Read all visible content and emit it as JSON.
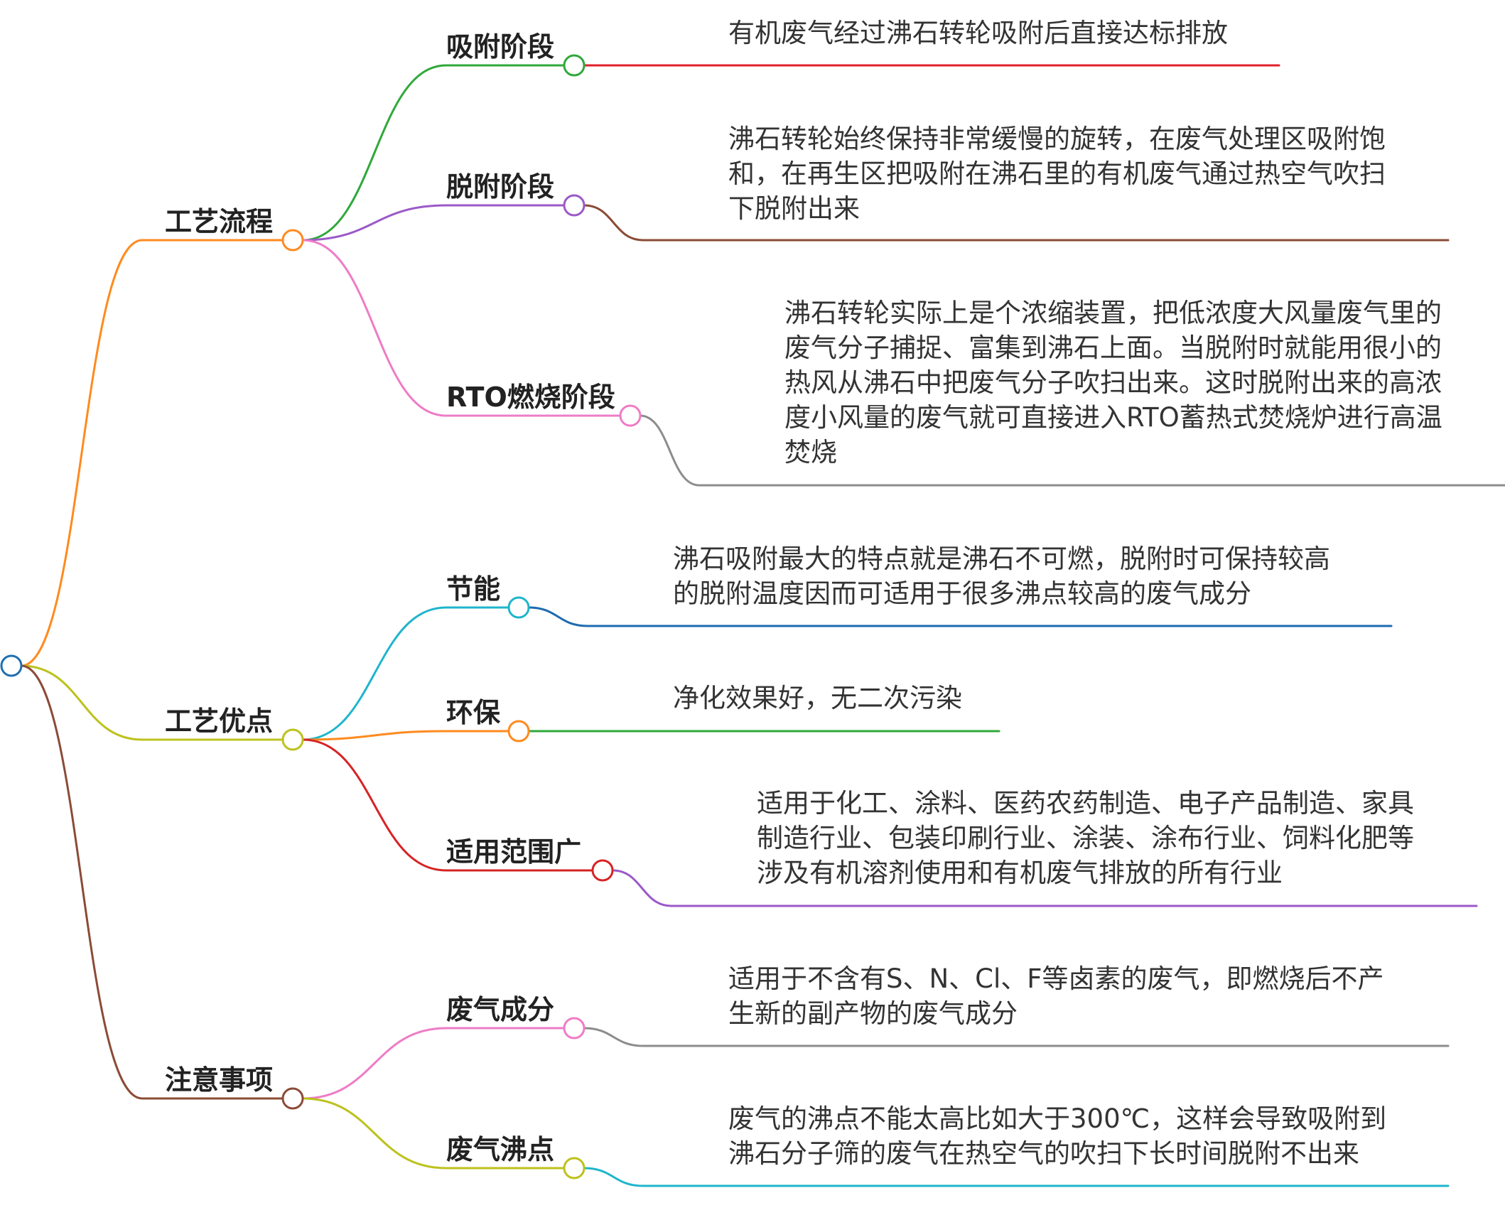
{
  "root": {
    "color": "#1f6fb0"
  },
  "branches": [
    {
      "label": "工艺流程",
      "color": "#ff8a1e",
      "children": [
        {
          "label": "吸附阶段",
          "node_color": "#2fa83a",
          "line_color": "#e0202b",
          "text": "有机废气经过沸石转轮吸附后直接达标排放"
        },
        {
          "label": "脱附阶段",
          "node_color": "#9b59c8",
          "line_color": "#8b4b36",
          "text": "沸石转轮始终保持非常缓慢的旋转，在废气处理区吸附饱\n和，在再生区把吸附在沸石里的有机废气通过热空气吹扫\n下脱附出来"
        },
        {
          "label": "RTO燃烧阶段",
          "node_color": "#ee7cc6",
          "line_color": "#8c8c8c",
          "text": "沸石转轮实际上是个浓缩装置，把低浓度大风量废气里的\n废气分子捕捉、富集到沸石上面。当脱附时就能用很小的\n热风从沸石中把废气分子吹扫出来。这时脱附出来的高浓\n度小风量的废气就可直接进入RTO蓄热式焚烧炉进行高温\n焚烧"
        }
      ]
    },
    {
      "label": "工艺优点",
      "color": "#bcc21c",
      "children": [
        {
          "label": "节能",
          "node_color": "#1fb5cc",
          "line_color": "#1d6bb0",
          "text": "沸石吸附最大的特点就是沸石不可燃，脱附时可保持较高\n的脱附温度因而可适用于很多沸点较高的废气成分"
        },
        {
          "label": "环保",
          "node_color": "#ff8a1e",
          "line_color": "#2fa83a",
          "text": "净化效果好，无二次污染"
        },
        {
          "label": "适用范围广",
          "node_color": "#d72325",
          "line_color": "#9b59c8",
          "text": "适用于化工、涂料、医药农药制造、电子产品制造、家具\n制造行业、包装印刷行业、涂装、涂布行业、饲料化肥等\n涉及有机溶剂使用和有机废气排放的所有行业"
        }
      ]
    },
    {
      "label": "注意事项",
      "color": "#8b4b36",
      "children": [
        {
          "label": "废气成分",
          "node_color": "#ee7cc6",
          "line_color": "#8c8c8c",
          "text": "适用于不含有S、N、Cl、F等卤素的废气，即燃烧后不产\n生新的副产物的废气成分"
        },
        {
          "label": "废气沸点",
          "node_color": "#bcc21c",
          "line_color": "#1fb5cc",
          "text": "废气的沸点不能太高比如大于300℃，这样会导致吸附到\n沸石分子筛的废气在热空气的吹扫下长时间脱附不出来"
        }
      ]
    }
  ]
}
